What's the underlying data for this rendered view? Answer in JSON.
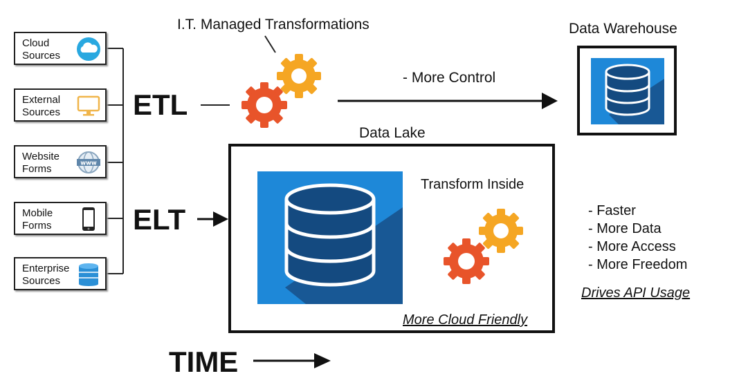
{
  "sources": [
    {
      "label": "Cloud Sources",
      "icon": "cloud-icon"
    },
    {
      "label": "External Sources",
      "icon": "monitor-icon"
    },
    {
      "label": "Website Forms",
      "icon": "globe-www-icon"
    },
    {
      "label": "Mobile Forms",
      "icon": "smartphone-icon"
    },
    {
      "label": "Enterprise Sources",
      "icon": "database-icon"
    }
  ],
  "etl": {
    "label": "ETL",
    "gears_icon": "gears-icon",
    "caption": "I.T. Managed Transformations",
    "arrow_label": "- More Control"
  },
  "warehouse": {
    "title": "Data Warehouse",
    "icon": "database-icon"
  },
  "elt": {
    "label": "ELT"
  },
  "lake": {
    "title": "Data Lake",
    "icon": "database-icon",
    "transform_label": "Transform Inside",
    "gears_icon": "gears-icon",
    "footer": "More Cloud Friendly"
  },
  "benefits": [
    "- Faster",
    "- More Data",
    "- More Access",
    "- More Freedom"
  ],
  "api_note": "Drives API Usage",
  "time": {
    "label": "TIME"
  },
  "colors": {
    "blue": "#1e88d8",
    "dark_blue": "#17508a",
    "gear_orange": "#e8542a",
    "gear_yellow": "#f5a623"
  }
}
